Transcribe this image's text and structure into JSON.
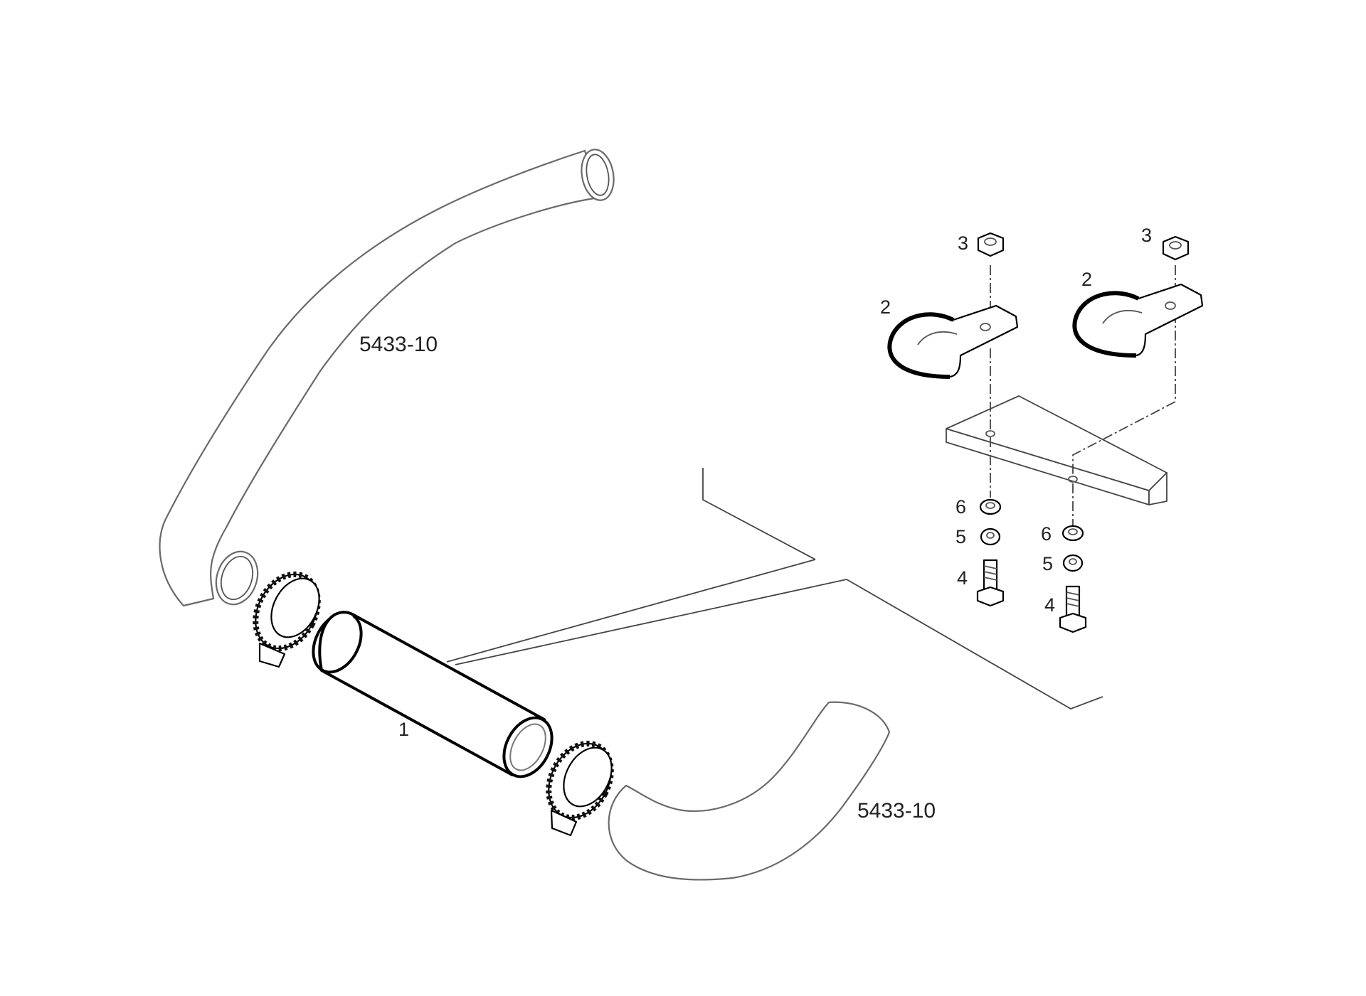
{
  "labels": {
    "hose_ref_upper": "5433-10",
    "hose_ref_lower": "5433-10",
    "pipe": "1",
    "clip_left": "2",
    "clip_right": "2",
    "nut_left": "3",
    "nut_right": "3",
    "bolt_left": "4",
    "bolt_right": "4",
    "spring_washer_left": "5",
    "spring_washer_right": "5",
    "washer_left": "6",
    "washer_right": "6"
  }
}
